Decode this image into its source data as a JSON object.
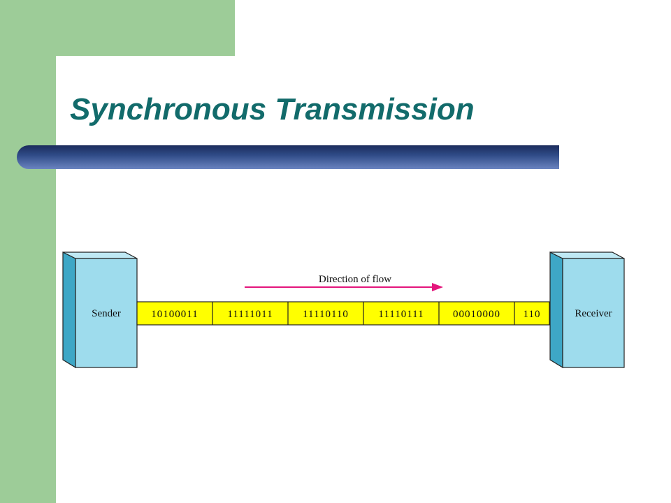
{
  "slide": {
    "title": "Synchronous Transmission"
  },
  "diagram": {
    "sender_label": "Sender",
    "receiver_label": "Receiver",
    "flow_label": "Direction of flow",
    "bit_groups": [
      "10100011",
      "11111011",
      "11110110",
      "11110111",
      "00010000",
      "110"
    ]
  },
  "colors": {
    "green": "#9dcc98",
    "title": "#126b6b",
    "box_front": "#9edced",
    "box_side": "#3ea7c6",
    "stream": "#ffff00",
    "arrow": "#e4157c"
  }
}
